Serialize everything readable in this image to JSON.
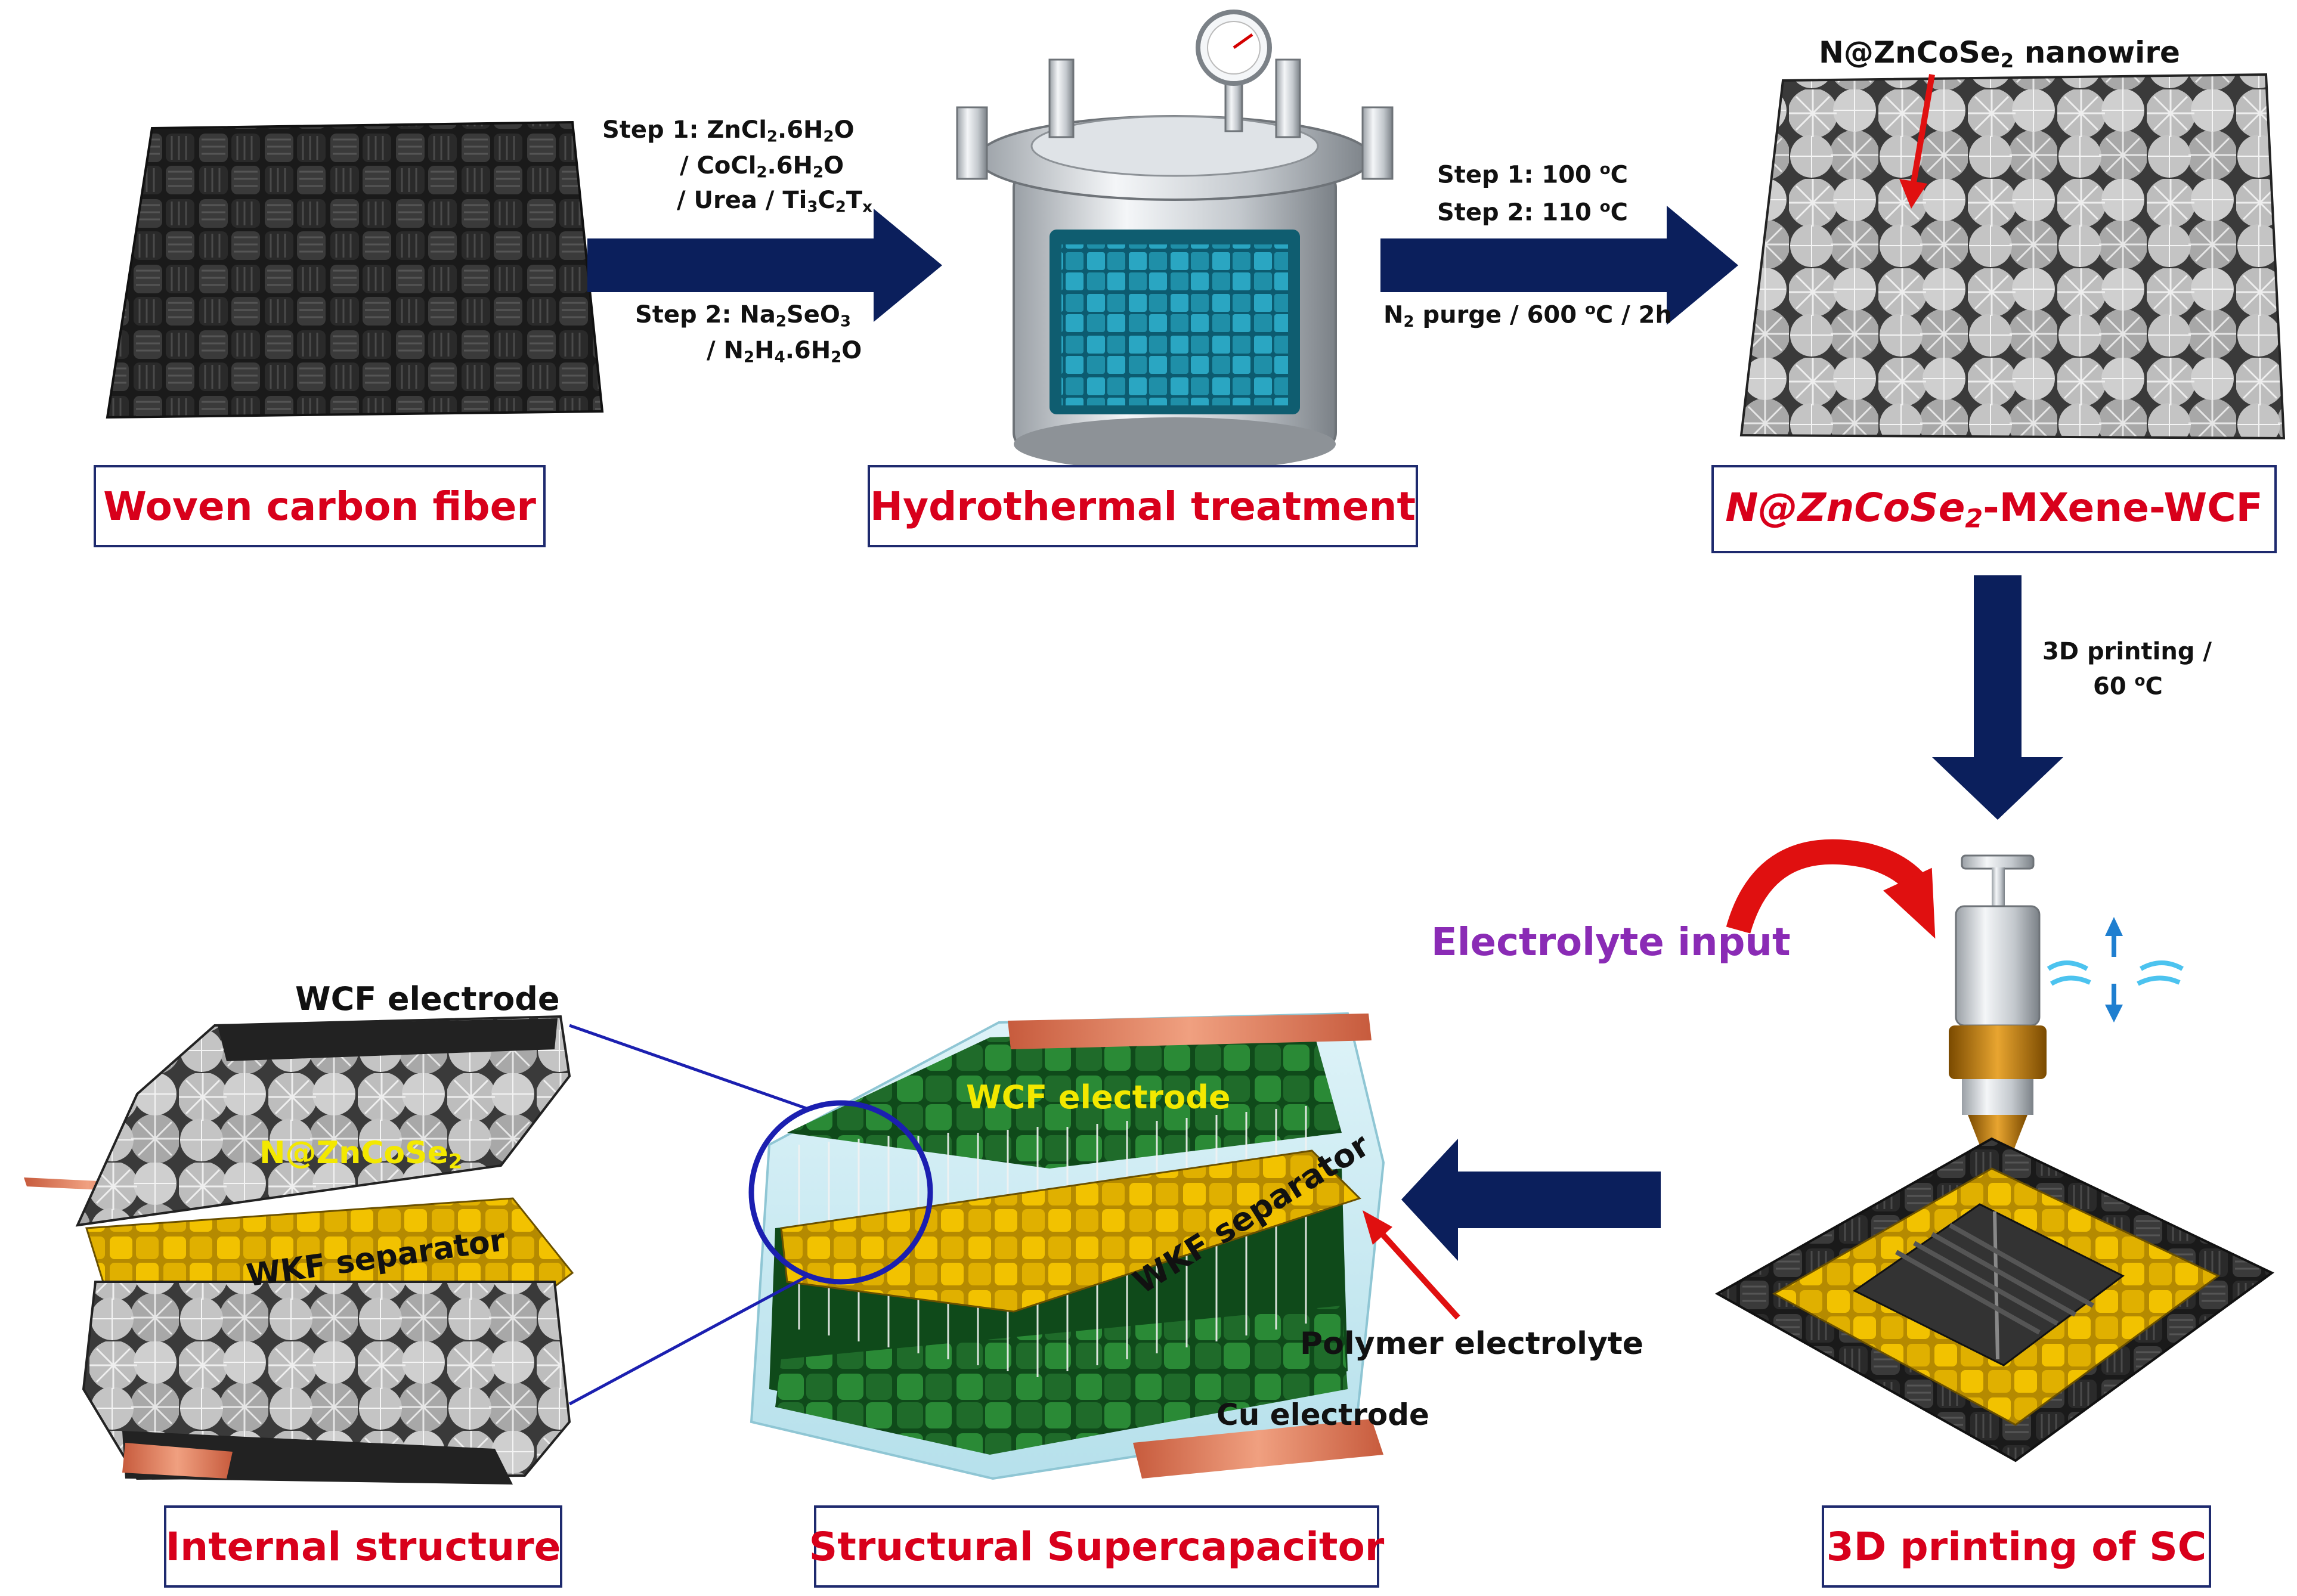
{
  "captions": {
    "woven_carbon_fiber": "Woven carbon fiber",
    "hydrothermal_treatment": "Hydrothermal treatment",
    "composite_prefix": "N@ZnCoSe",
    "composite_sub": "2",
    "composite_suffix": "-MXene-WCF",
    "internal_structure": "Internal structure",
    "structural_supercapacitor": "Structural Supercapacitor",
    "printing_of_sc": "3D printing of SC"
  },
  "step_left": {
    "line1_prefix": "Step 1: ZnCl",
    "line1_sub1": "2",
    "line1_mid": ".6H",
    "line1_sub2": "2",
    "line1_end": "O",
    "line2_prefix": "/ CoCl",
    "line2_sub1": "2",
    "line2_mid": ".6H",
    "line2_sub2": "2",
    "line2_end": "O",
    "line3_prefix": "/ Urea / Ti",
    "line3_sub1": "3",
    "line3_mid": "C",
    "line3_sub2": "2",
    "line3_mid2": "T",
    "line3_sub3": "x",
    "line4_prefix": "Step 2: Na",
    "line4_sub1": "2",
    "line4_mid": "SeO",
    "line4_sub2": "3",
    "line5_prefix": "/ N",
    "line5_sub1": "2",
    "line5_mid": "H",
    "line5_sub2": "4",
    "line5_end": ".6H",
    "line5_sub3": "2",
    "line5_end2": "O"
  },
  "step_right": {
    "line1_prefix": "Step 1: 100 ",
    "line1_sup": "o",
    "line1_end": "C",
    "line2_prefix": "Step 2: 110 ",
    "line2_sup": "o",
    "line2_end": "C",
    "line3_prefix": "N",
    "line3_sub": "2",
    "line3_mid": " purge / 600 ",
    "line3_sup": "o",
    "line3_end": "C / 2h"
  },
  "printing_condition": {
    "line1": "3D printing /",
    "line2_prefix": "60 ",
    "line2_sup": "o",
    "line2_end": "C"
  },
  "labels": {
    "nanowire_prefix": "N@ZnCoSe",
    "nanowire_sub": "2",
    "nanowire_suffix": " nanowire",
    "electrolyte_input": "Electrolyte input",
    "wcf_electrode_top": "WCF electrode",
    "nzcs_prefix": "N@ZnCoSe",
    "nzcs_sub": "2",
    "wkf_separator_left": "WKF separator",
    "wcf_electrode_center": "WCF electrode",
    "wkf_separator_center": "WKF separator",
    "polymer_electrolyte": "Polymer electrolyte",
    "cu_electrode": "Cu electrode"
  },
  "colors": {
    "arrow_navy": "#0b1f5c",
    "caption_red": "#d8001b",
    "box_border": "#1e2a6e",
    "label_yellow": "#f3e800",
    "label_purple": "#8a2bb5",
    "fiber_black": "#2a2a2a",
    "separator_yellow": "#f2c200",
    "electrode_green": "#1f6b2a",
    "teal_fabric": "#1f8fa8",
    "copper": "#e07a5a",
    "red_pointer": "#e01010",
    "zoom_blue": "#1b1fb0"
  }
}
